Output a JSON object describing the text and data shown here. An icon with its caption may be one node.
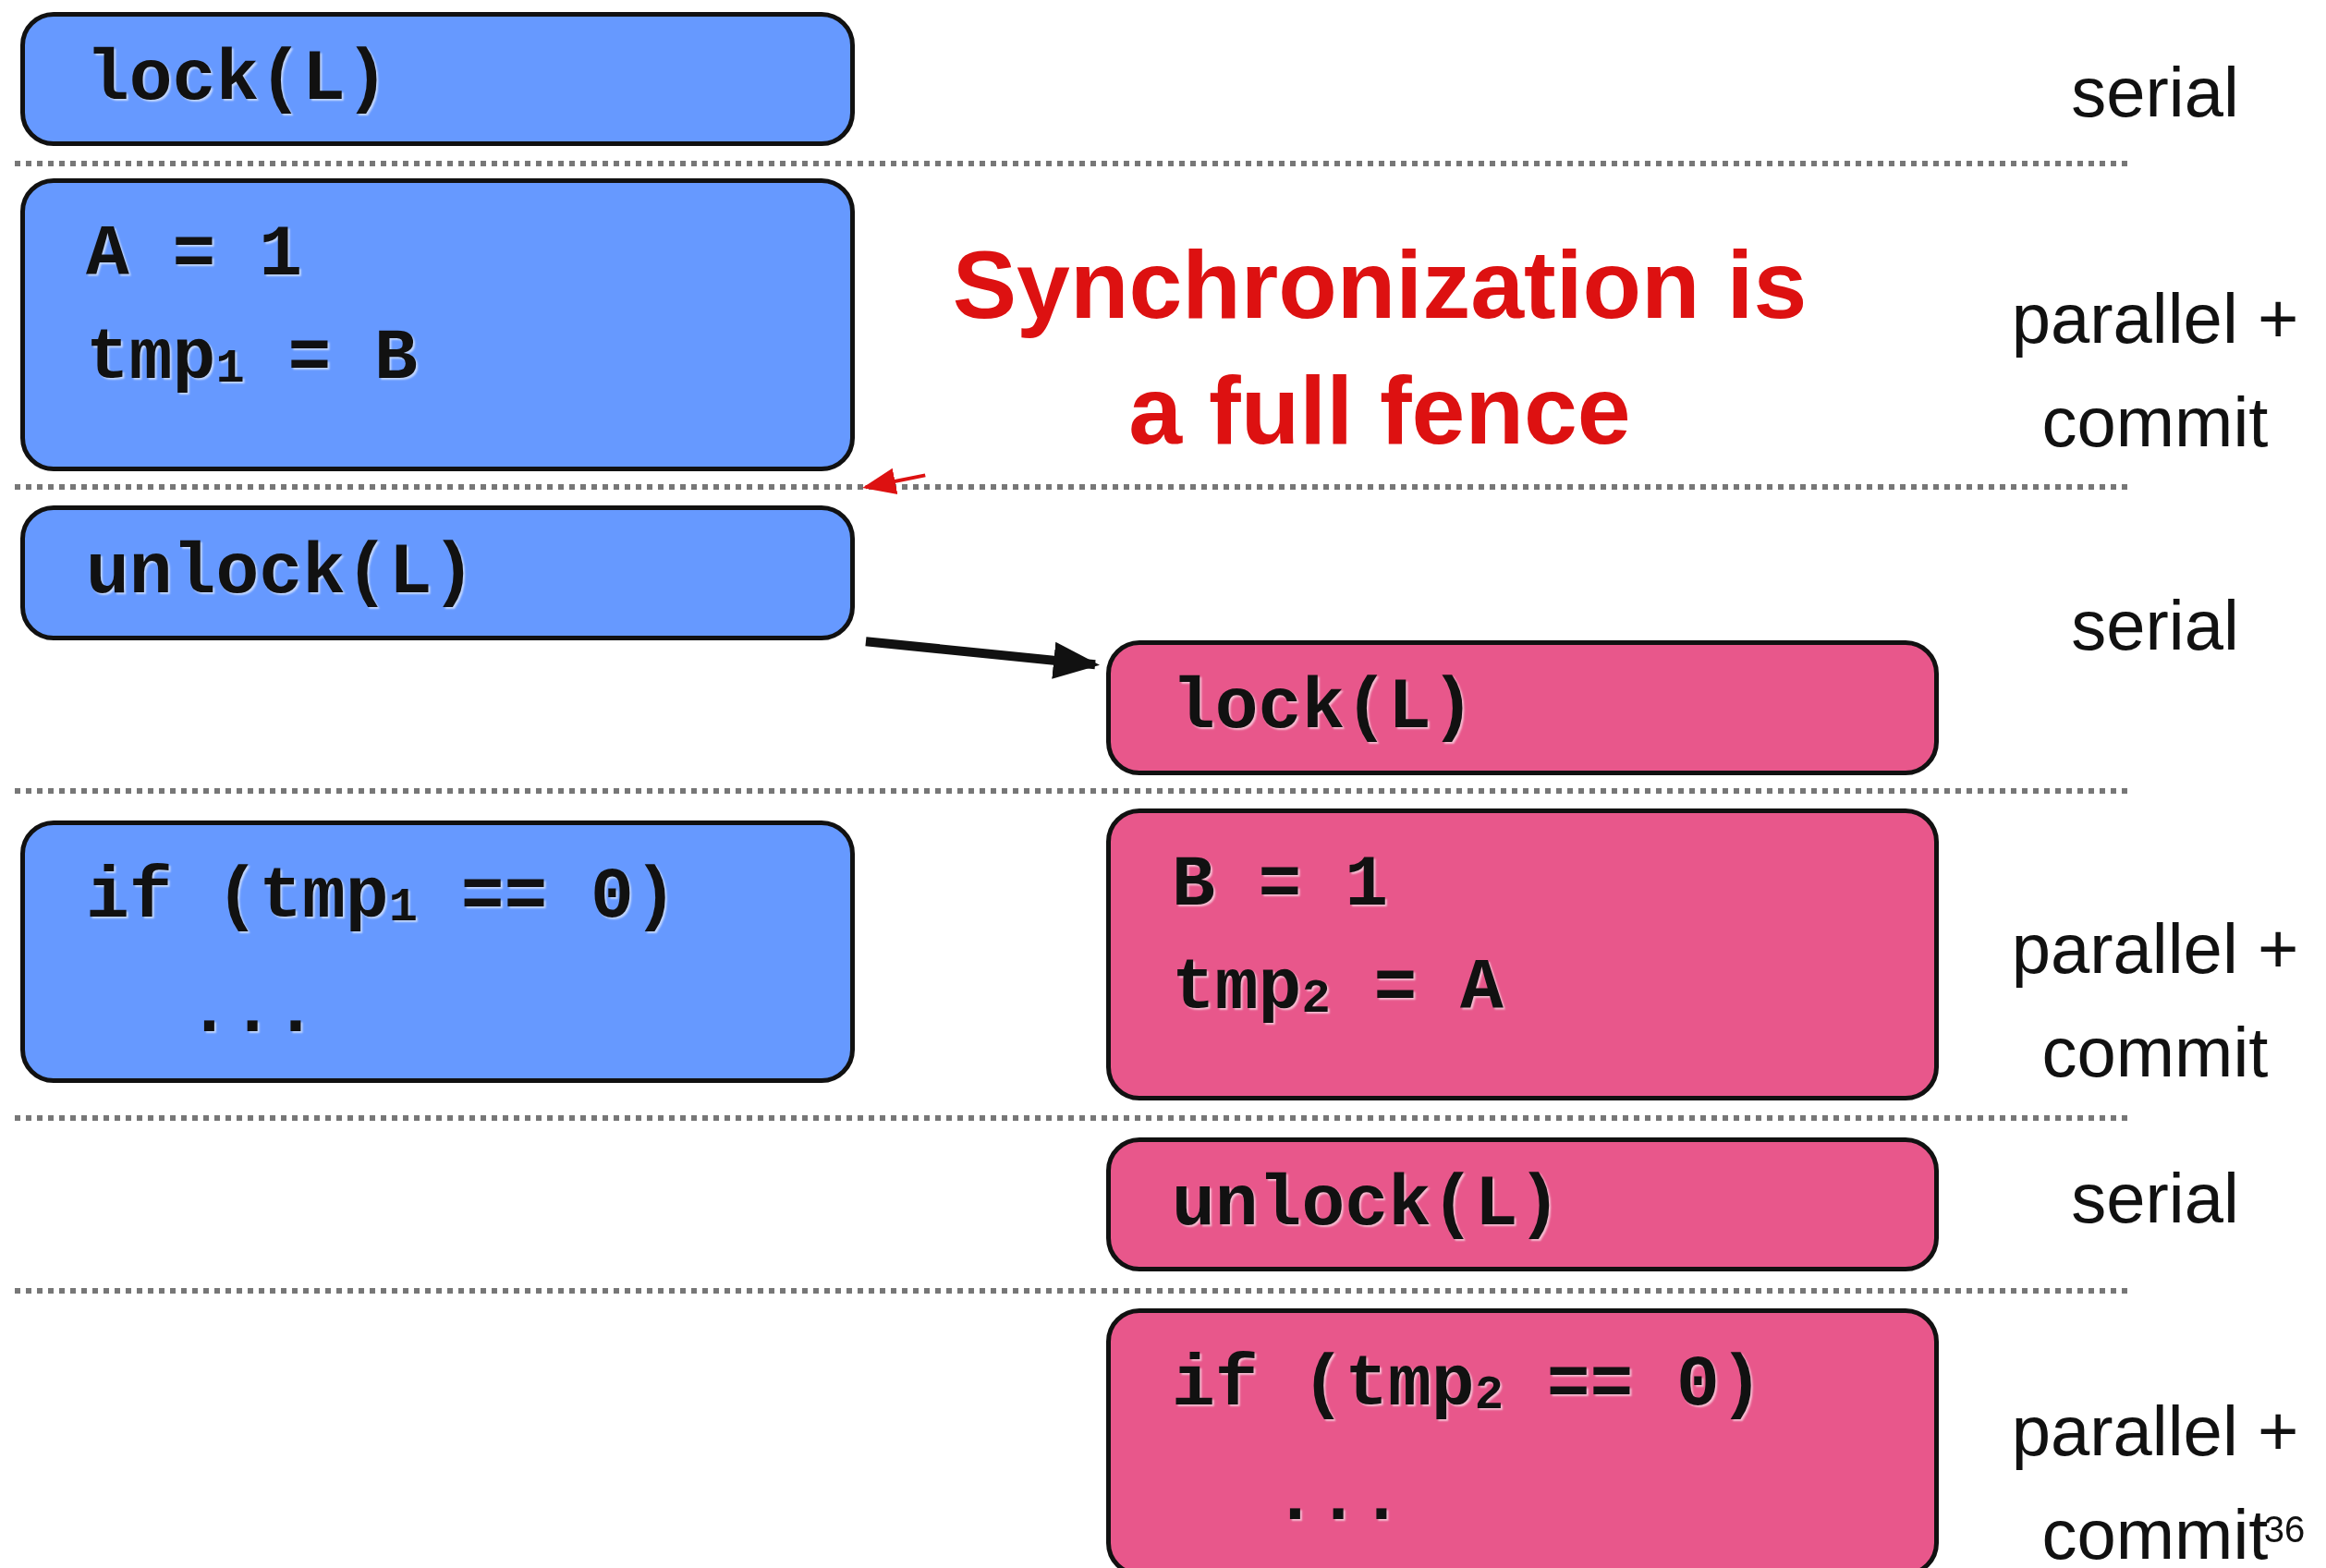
{
  "diagram": {
    "nodes": [
      {
        "text": [
          "lock(L)"
        ]
      },
      {
        "text": [
          "A = 1",
          "tmp$_{1}$ = B"
        ]
      },
      {
        "text": [
          "unlock(L)"
        ]
      },
      {
        "text": [
          "lock(L)"
        ]
      },
      {
        "text": [
          "if (tmp$_{1}$ == 0)",
          "..."
        ]
      },
      {
        "text": [
          "B = 1",
          "tmp$_{2}$ = A"
        ]
      },
      {
        "text": [
          "unlock(L)"
        ]
      },
      {
        "text": [
          "if (tmp$_{2}$ == 0)",
          "..."
        ]
      },
      {
        "text": [
          "Synchronization is a full fence"
        ]
      }
    ],
    "edges": [
      {
        "from": 2,
        "to": 3,
        "arrow": "to",
        "style": "thick"
      },
      {
        "from": 8,
        "to": 2,
        "arrow": "to",
        "color": "#dd1111"
      }
    ],
    "labels": [
      "serial",
      "parallel + commit",
      "serial",
      "parallel + commit",
      "serial",
      "parallel + commit",
      "36"
    ]
  }
}
